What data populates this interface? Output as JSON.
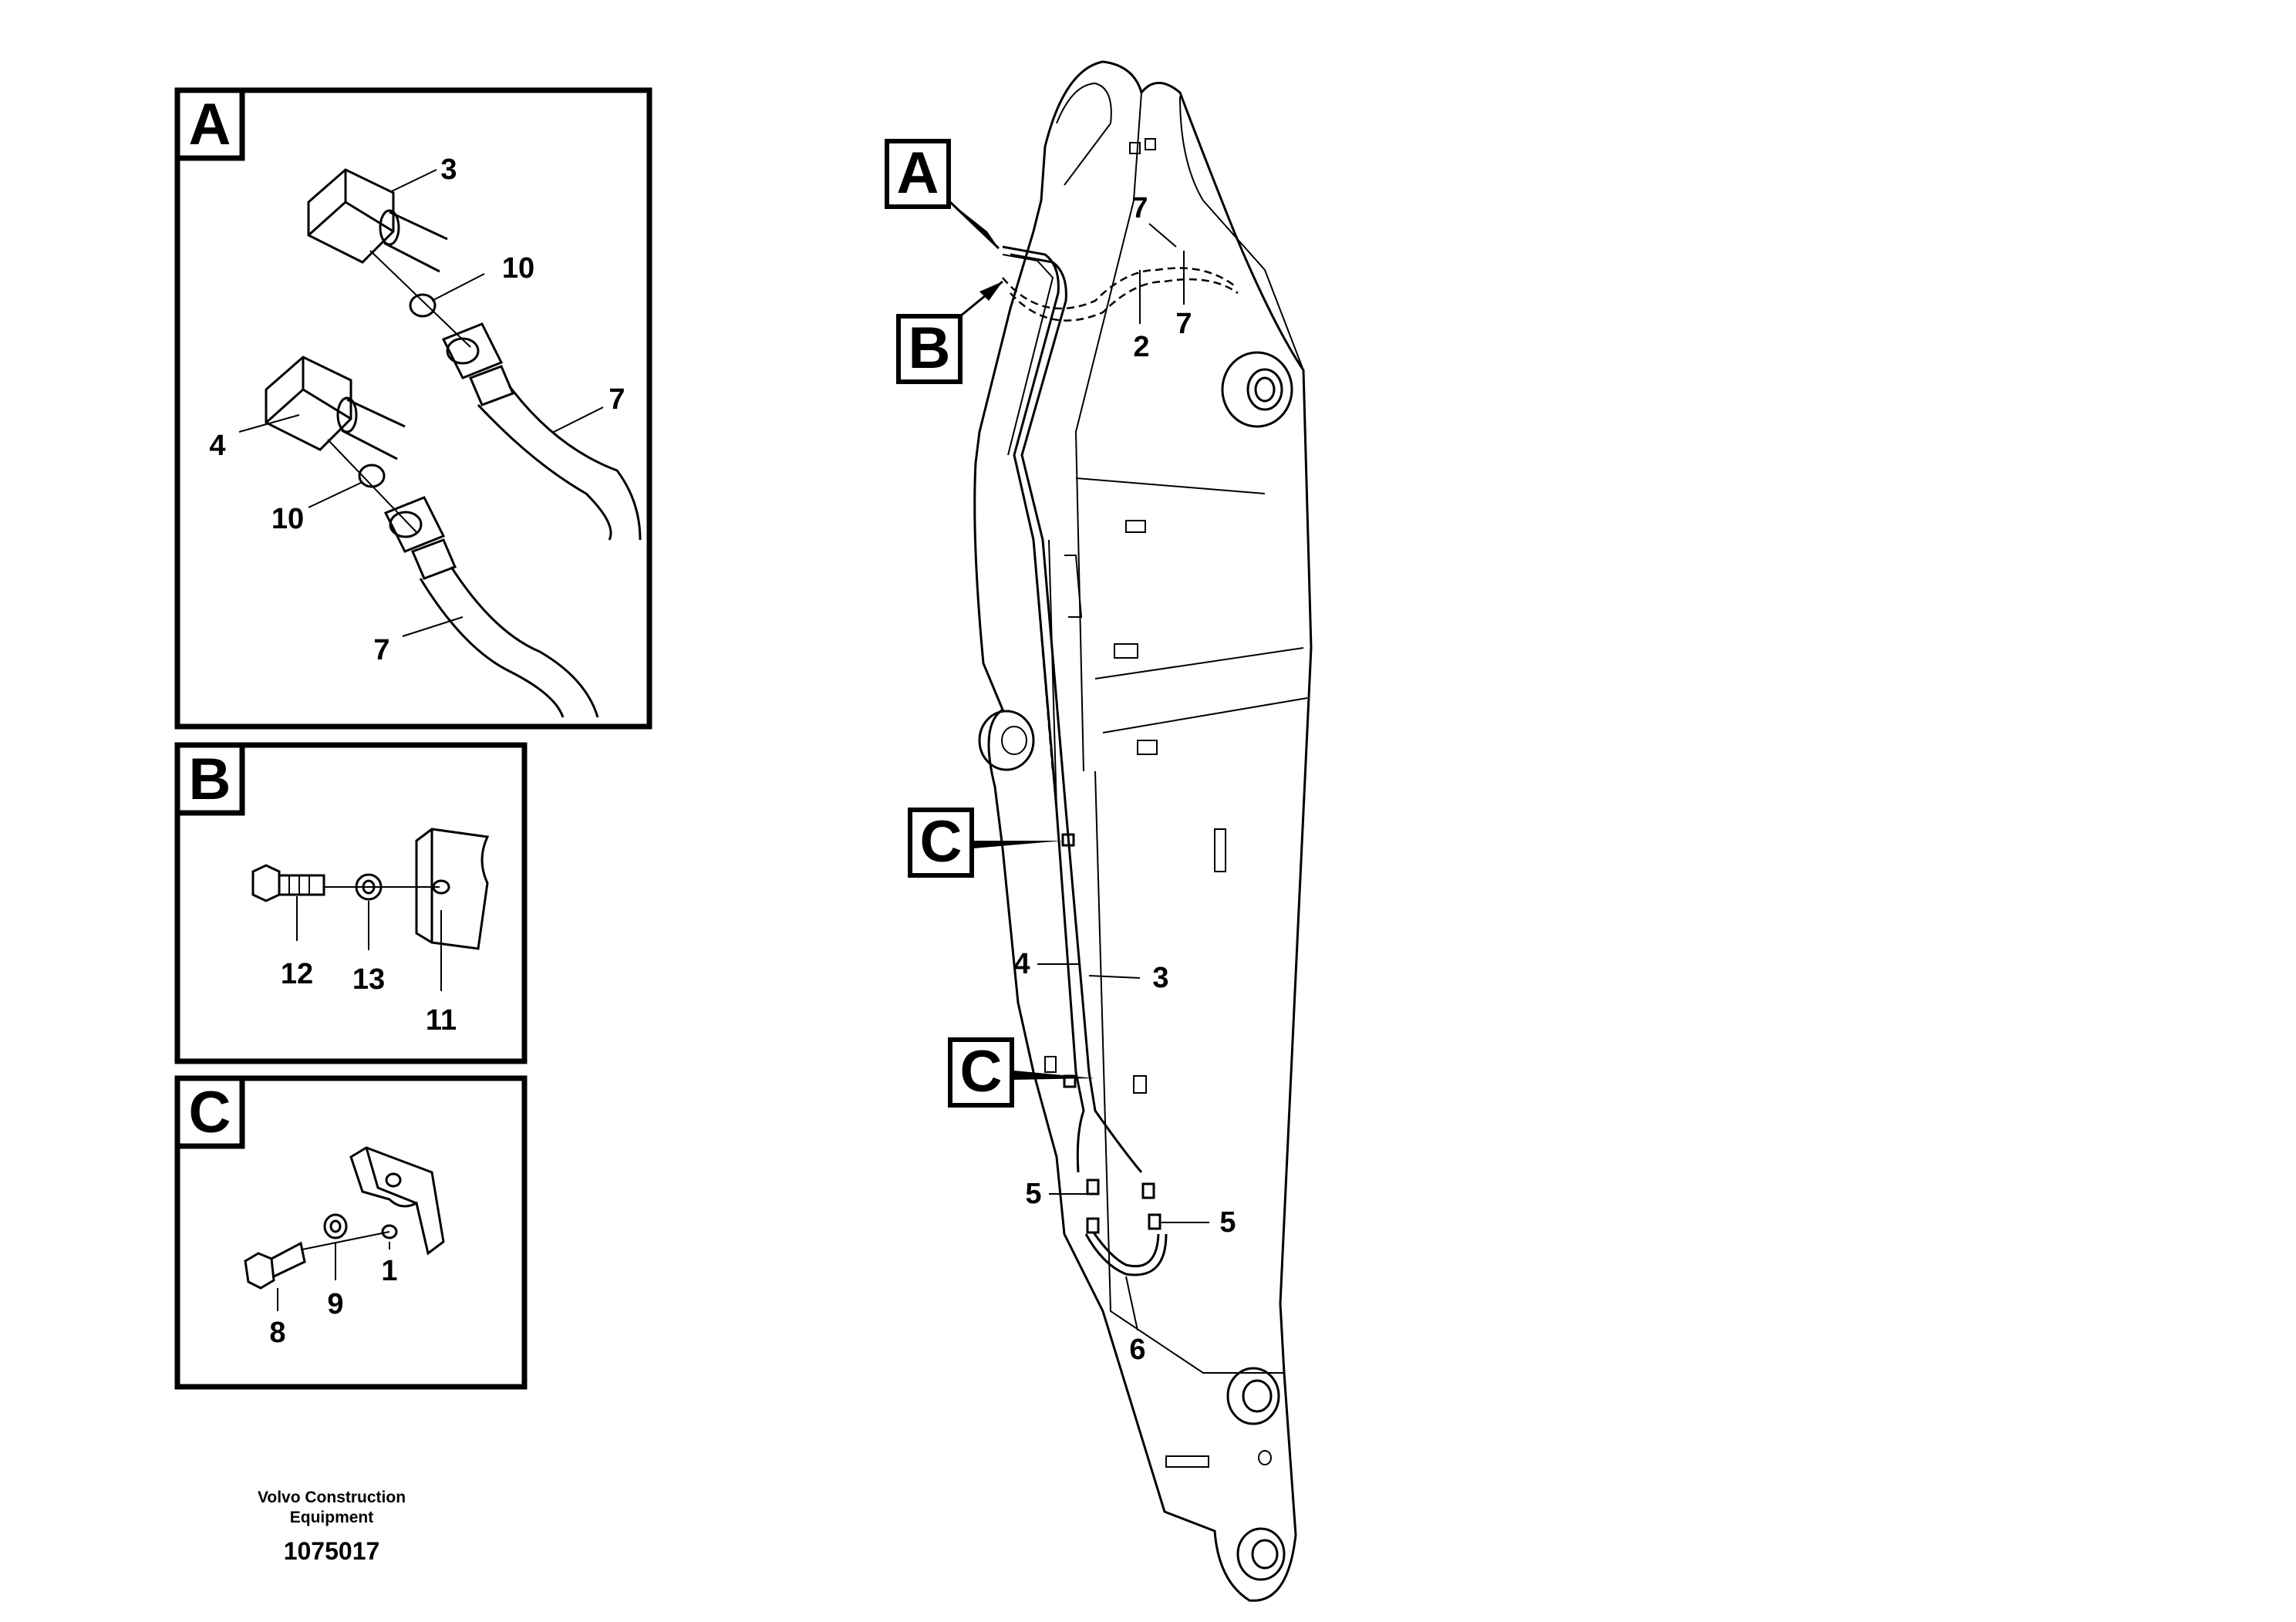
{
  "detail_boxes": {
    "A": {
      "letter": "A",
      "callouts": [
        "3",
        "10",
        "7",
        "4",
        "10",
        "7"
      ]
    },
    "B": {
      "letter": "B",
      "callouts": [
        "12",
        "13",
        "11"
      ]
    },
    "C": {
      "letter": "C",
      "callouts": [
        "8",
        "9",
        "1"
      ]
    }
  },
  "main_view": {
    "tags": [
      "A",
      "B",
      "C",
      "C"
    ],
    "callouts": [
      "7",
      "2",
      "7",
      "4",
      "3",
      "5",
      "5",
      "6"
    ]
  },
  "footer": {
    "credit_line1": "Volvo Construction",
    "credit_line2": "Equipment",
    "doc_number": "1075017"
  }
}
